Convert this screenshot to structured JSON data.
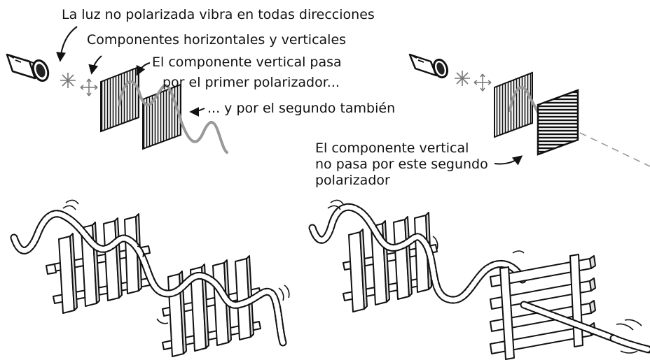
{
  "labels": {
    "unpolarized": "La luz no polarizada vibra en todas direcciones",
    "components": "Componentes horizontales y verticales",
    "vertical_passes_line1": "El componente vertical pasa",
    "vertical_passes_line2": "por el primer polarizador...",
    "also_second": "... y por el segundo también",
    "blocked_line1": "El componente vertical",
    "blocked_line2": "no pasa por este segundo",
    "blocked_line3": "polarizador"
  },
  "icons": [
    "flashlight",
    "starburst",
    "cross-arrows",
    "polarizer-vertical",
    "polarizer-horizontal",
    "wave",
    "dashed-line",
    "picket-fence",
    "rope"
  ],
  "colors": {
    "ink": "#111111",
    "wave": "#999999",
    "background": "#ffffff"
  }
}
